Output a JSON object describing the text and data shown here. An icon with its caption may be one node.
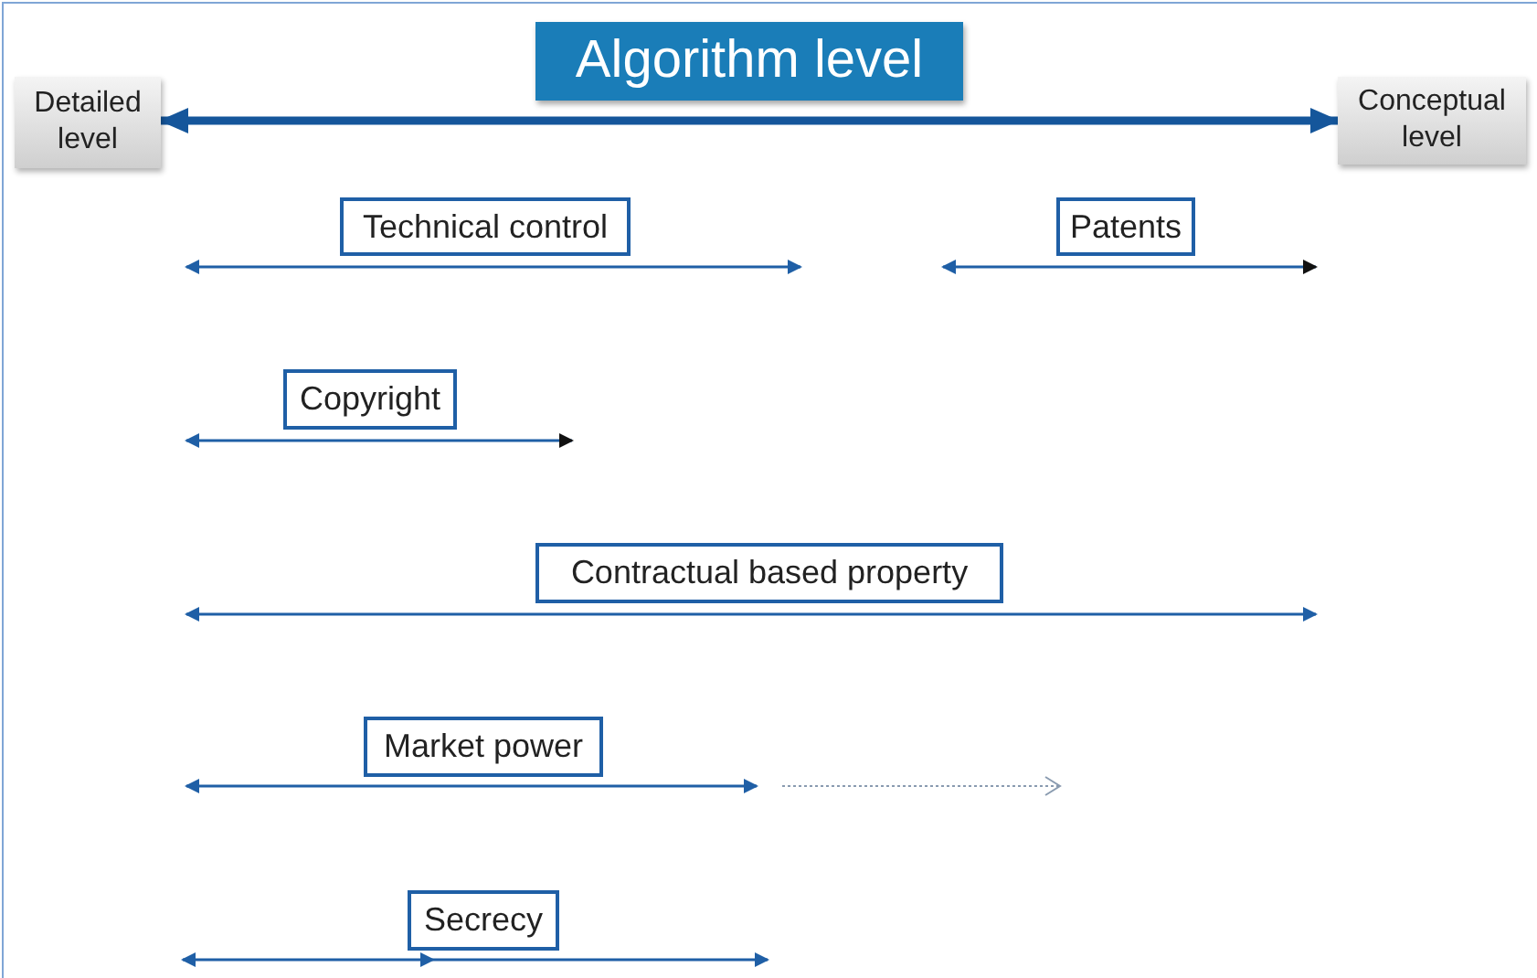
{
  "diagram": {
    "nodes": [
      {
        "text": [
          "Algorithm level"
        ]
      },
      {
        "text": [
          "Detailed level"
        ]
      },
      {
        "text": [
          "Conceptual level"
        ]
      },
      {
        "text": [
          "Technical control"
        ]
      },
      {
        "text": [
          "Patents"
        ]
      },
      {
        "text": [
          "Copyright"
        ]
      },
      {
        "text": [
          "Contractual based property"
        ]
      },
      {
        "text": [
          "Market power"
        ]
      },
      {
        "text": [
          "Secrecy"
        ]
      }
    ],
    "edges": [
      {
        "from": 1,
        "to": 2,
        "arrow": "both"
      }
    ]
  }
}
